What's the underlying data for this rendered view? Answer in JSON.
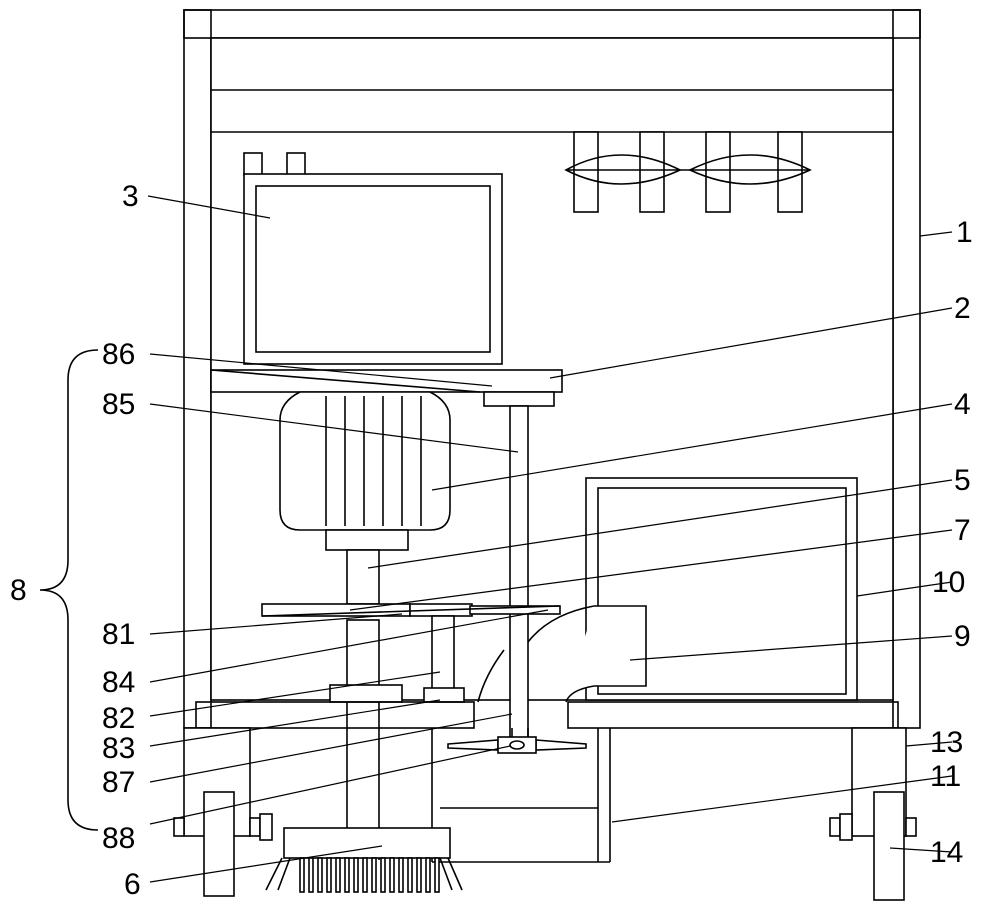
{
  "labels": {
    "l1": "1",
    "l2": "2",
    "l3": "3",
    "l4": "4",
    "l5": "5",
    "l6": "6",
    "l7": "7",
    "l8": "8",
    "l9": "9",
    "l10": "10",
    "l11": "11",
    "l13": "13",
    "l14": "14",
    "l81": "81",
    "l82": "82",
    "l83": "83",
    "l84": "84",
    "l85": "85",
    "l86": "86",
    "l87": "87",
    "l88": "88"
  }
}
